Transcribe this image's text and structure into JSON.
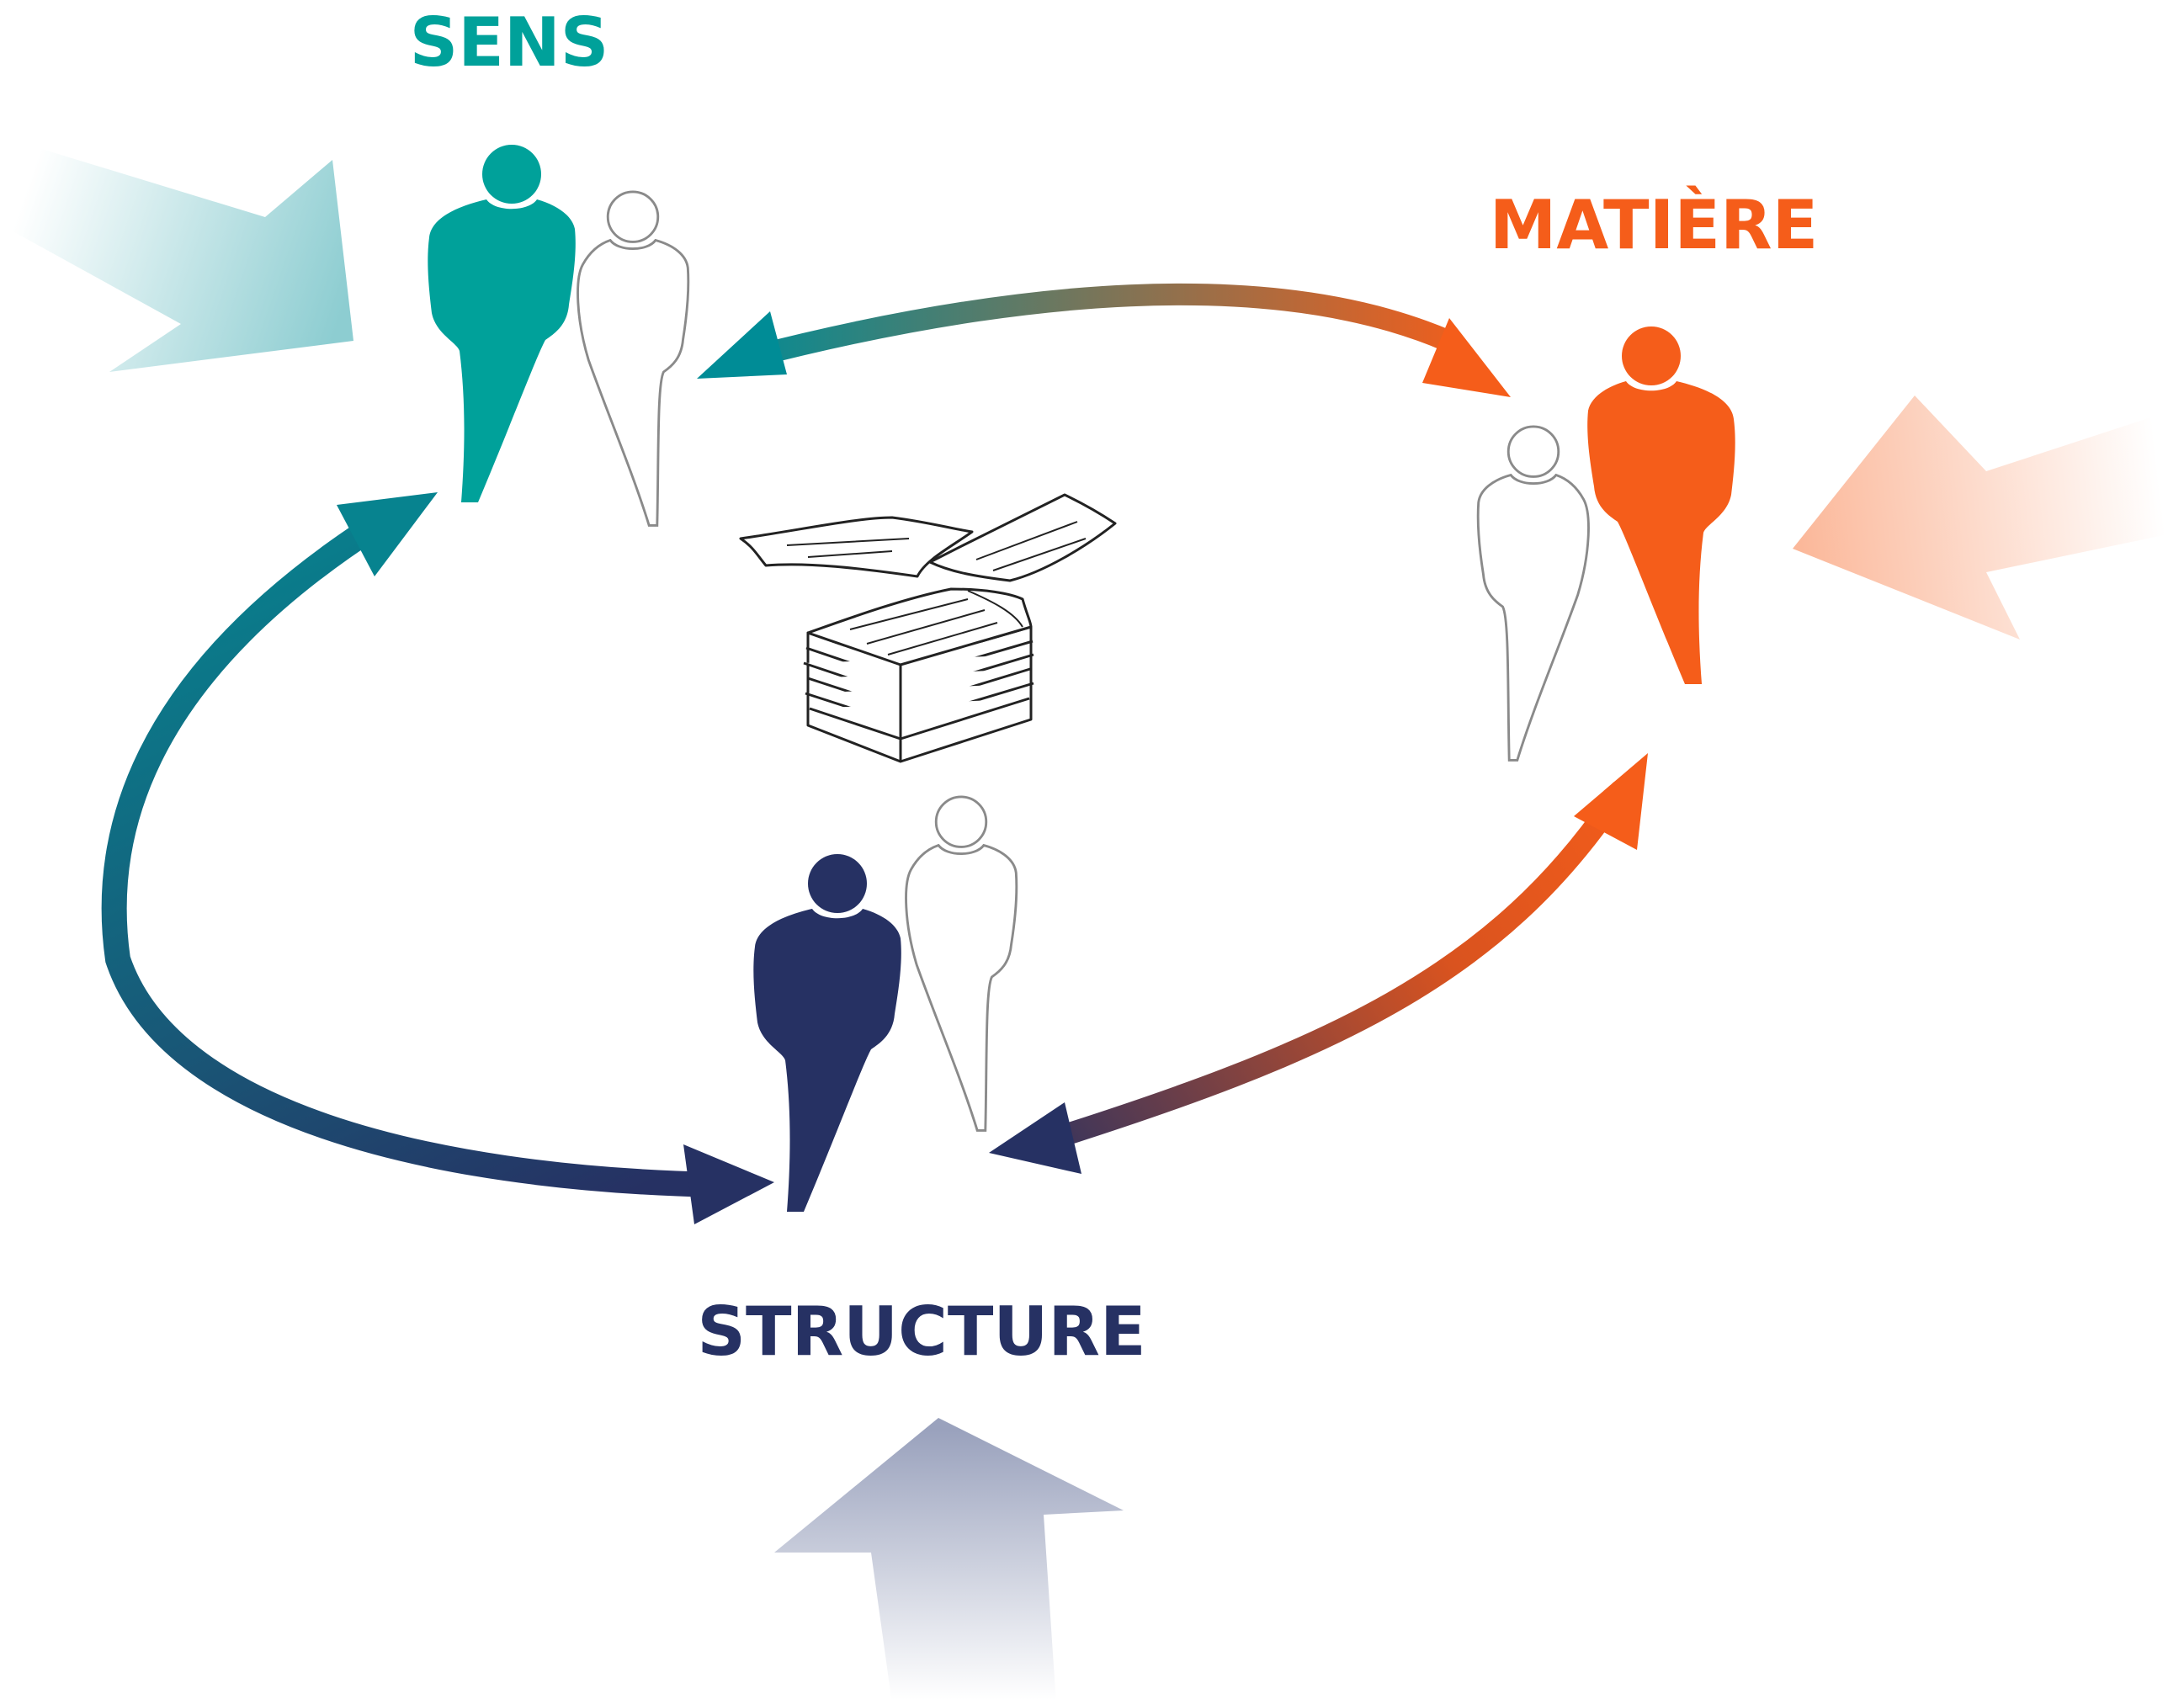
{
  "labels": {
    "sens": "SENS",
    "matiere": "MATIÈRE",
    "structure": "STRUCTURE"
  },
  "colors": {
    "sens": "#00a19a",
    "matiere": "#f55d1a",
    "structure": "#263163",
    "sens_arrow": "#0a8a94",
    "outline": "#8a8a8a"
  },
  "icons": {
    "person_sens": "person-icon",
    "person_matiere": "person-icon",
    "person_structure": "person-icon",
    "outline_person": "person-outline-icon",
    "papers": "paper-stack-icon"
  }
}
